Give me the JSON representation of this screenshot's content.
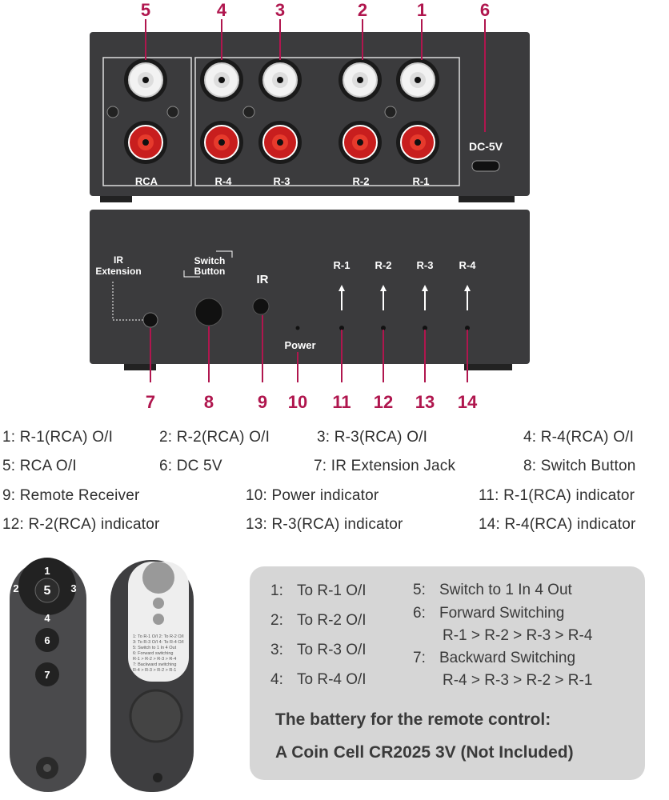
{
  "callouts": {
    "top": [
      "5",
      "4",
      "3",
      "2",
      "1",
      "6"
    ],
    "bottom": [
      "7",
      "8",
      "9",
      "10",
      "11",
      "12",
      "13",
      "14"
    ]
  },
  "front_panel": {
    "labels": [
      "RCA",
      "R-4",
      "R-3",
      "R-2",
      "R-1"
    ],
    "dc": "DC-5V"
  },
  "back_panel": {
    "ir_ext_1": "IR",
    "ir_ext_2": "Extension",
    "switch_1": "Switch",
    "switch_2": "Button",
    "ir": "IR",
    "power": "Power",
    "leds": [
      "R-1",
      "R-2",
      "R-3",
      "R-4"
    ]
  },
  "legend": [
    "1: R-1(RCA) O/I",
    "2: R-2(RCA) O/I",
    "3: R-3(RCA) O/I",
    "4: R-4(RCA) O/I",
    "5: RCA O/I",
    "6: DC 5V",
    "7: IR Extension Jack",
    "8: Switch Button",
    "9: Remote Receiver",
    "10: Power indicator",
    "11: R-1(RCA) indicator",
    "12: R-2(RCA) indicator",
    "13: R-3(RCA) indicator",
    "14: R-4(RCA) indicator"
  ],
  "remote": {
    "buttons": [
      "1",
      "2",
      "5",
      "3",
      "4",
      "6",
      "7"
    ],
    "back_label": [
      "1: To R-1 O/I   2: To R-2 O/I",
      "3: To R-3 O/I   4: To R-4 O/I",
      "5: Switch to 1 In 4 Out",
      "6: Forward switching",
      "R-1 > R-2 > R-3 > R-4",
      "7: Backward switching",
      "R-4 > R-3 > R-2 > R-1"
    ]
  },
  "instructions": {
    "left": [
      "1:",
      "To R-1  O/I",
      "2:",
      "To R-2  O/I",
      "3:",
      "To R-3  O/I",
      "4:",
      "To R-4  O/I"
    ],
    "right": [
      "5:",
      "Switch to 1 In 4 Out",
      "6:",
      "Forward Switching",
      "R-1  >  R-2  >  R-3  >  R-4",
      "7:",
      "Backward Switching",
      "R-4  >  R-3  >  R-2  >  R-1"
    ],
    "battery_1": "The battery for the remote control:",
    "battery_2": "A Coin Cell CR2025 3V (Not Included)"
  }
}
